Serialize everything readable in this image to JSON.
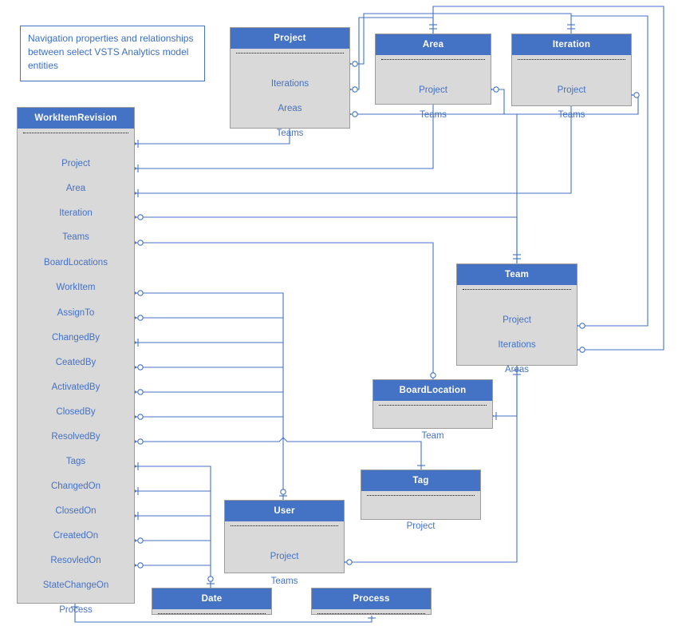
{
  "diagram": {
    "title_note": "Navigation properties and relationships between select VSTS Analytics model entities",
    "accent_header": "#4472c4",
    "entity_body": "#d9d9d9",
    "text_color": "#4472c4",
    "note_border": "#4472c4"
  },
  "entities": [
    {
      "id": "workitemrevision",
      "name": "WorkItemRevision",
      "fields": [
        {
          "label": "Project",
          "rel": "one"
        },
        {
          "label": "Area",
          "rel": "one"
        },
        {
          "label": "Iteration",
          "rel": "one"
        },
        {
          "label": "Teams",
          "rel": "many"
        },
        {
          "label": "BoardLocations",
          "rel": "many"
        },
        {
          "label": "WorkItem",
          "rel": "none"
        },
        {
          "label": "AssignTo",
          "rel": "many"
        },
        {
          "label": "ChangedBy",
          "rel": "many"
        },
        {
          "label": "CeatedBy",
          "rel": "one"
        },
        {
          "label": "ActivatedBy",
          "rel": "many"
        },
        {
          "label": "ClosedBy",
          "rel": "many"
        },
        {
          "label": "ResolvedBy",
          "rel": "many"
        },
        {
          "label": "Tags",
          "rel": "many"
        },
        {
          "label": "ChangedOn",
          "rel": "one"
        },
        {
          "label": "ClosedOn",
          "rel": "one"
        },
        {
          "label": "CreatedOn",
          "rel": "one"
        },
        {
          "label": "ResovledOn",
          "rel": "many"
        },
        {
          "label": "StateChangeOn",
          "rel": "many"
        },
        {
          "label": "Process",
          "rel": "none"
        }
      ]
    },
    {
      "id": "project",
      "name": "Project",
      "fields": [
        {
          "label": "Iterations",
          "rel": "many"
        },
        {
          "label": "Areas",
          "rel": "many"
        },
        {
          "label": "Teams",
          "rel": "many"
        }
      ]
    },
    {
      "id": "area",
      "name": "Area",
      "fields": [
        {
          "label": "Project",
          "rel": "none"
        },
        {
          "label": "Teams",
          "rel": "many"
        }
      ]
    },
    {
      "id": "iteration",
      "name": "Iteration",
      "fields": [
        {
          "label": "Project",
          "rel": "none"
        },
        {
          "label": "Teams",
          "rel": "many"
        }
      ]
    },
    {
      "id": "team",
      "name": "Team",
      "fields": [
        {
          "label": "Project",
          "rel": "none"
        },
        {
          "label": "Iterations",
          "rel": "many"
        },
        {
          "label": "Areas",
          "rel": "many"
        }
      ]
    },
    {
      "id": "boardlocation",
      "name": "BoardLocation",
      "fields": [
        {
          "label": "Team",
          "rel": "one"
        }
      ]
    },
    {
      "id": "tag",
      "name": "Tag",
      "fields": [
        {
          "label": "Project",
          "rel": "none"
        }
      ]
    },
    {
      "id": "user",
      "name": "User",
      "fields": [
        {
          "label": "Project",
          "rel": "none"
        },
        {
          "label": "Teams",
          "rel": "many"
        }
      ]
    },
    {
      "id": "date",
      "name": "Date",
      "fields": []
    },
    {
      "id": "process",
      "name": "Process",
      "fields": []
    }
  ]
}
